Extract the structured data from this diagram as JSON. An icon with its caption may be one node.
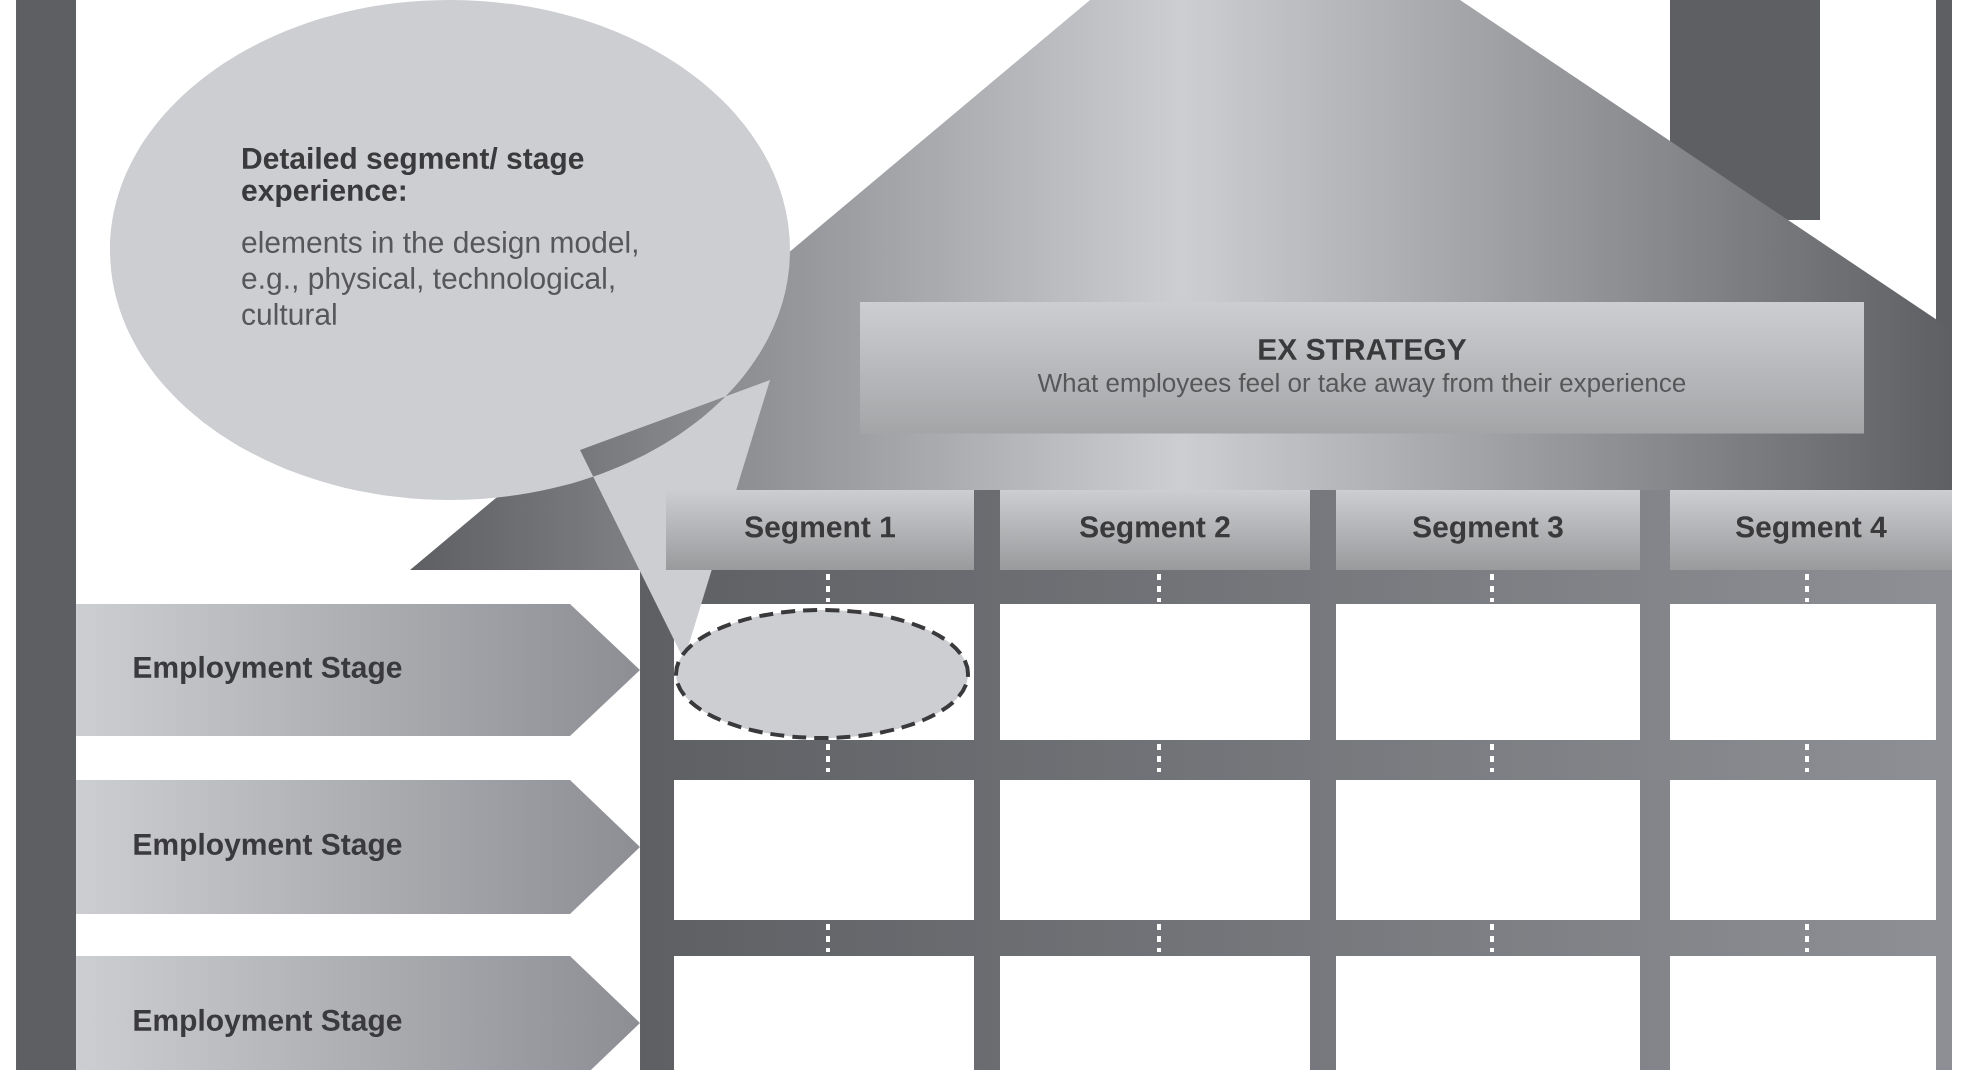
{
  "diagram": {
    "nodes": [
      {
        "text": [
          "Detailed segment/ stage experience:",
          "elements in the design model, e.g., physical, technological, cultural"
        ]
      },
      {
        "text": [
          "EX STRATEGY",
          "What employees feel or take away from their experience"
        ]
      },
      {
        "text": [
          "Segment 1"
        ]
      },
      {
        "text": [
          "Segment 2"
        ]
      },
      {
        "text": [
          "Segment 3"
        ]
      },
      {
        "text": [
          "Segment 4"
        ]
      },
      {
        "text": [
          "Employment Stage"
        ]
      },
      {
        "text": [
          "Employment Stage"
        ]
      },
      {
        "text": [
          "Employment Stage"
        ]
      },
      {
        "text": [],
        "shape": "ellipse"
      }
    ]
  }
}
